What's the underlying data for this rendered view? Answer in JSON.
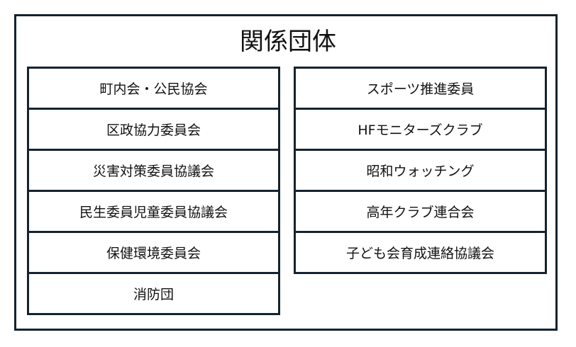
{
  "title": "関係団体",
  "left_items": [
    "町内会・公民協会",
    "区政協力委員会",
    "災害対策委員協議会",
    "民生委員児童委員協議会",
    "保健環境委員会",
    "消防団"
  ],
  "right_items": [
    "スポーツ推進委員",
    "HFモニターズクラブ",
    "昭和ウォッチング",
    "高年クラブ連合会",
    "子ども会育成連絡協議会"
  ],
  "colors": {
    "border": "#14232f"
  }
}
